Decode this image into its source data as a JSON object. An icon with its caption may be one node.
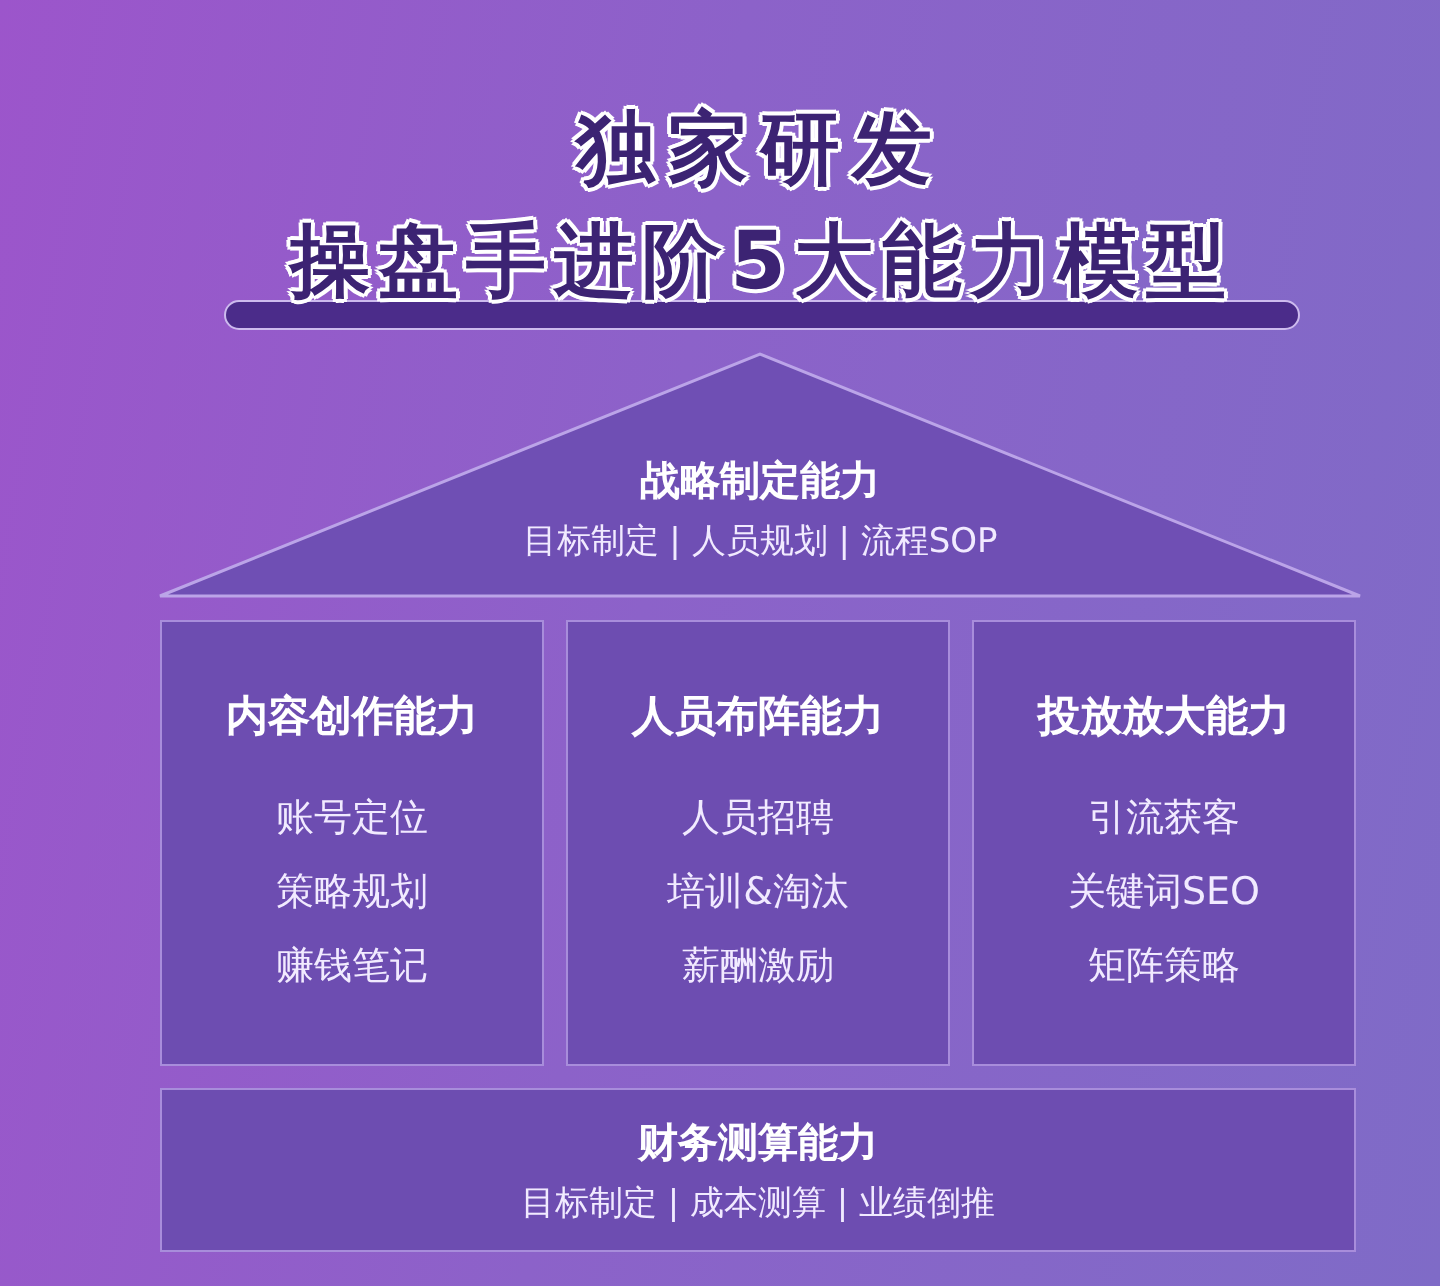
{
  "diagram": {
    "title": "操盘手进阶5大能力模型",
    "nodes": [
      {
        "text": [
          "战略制定能力",
          "目标制定 | 人员规划 | 流程SOP"
        ]
      },
      {
        "text": [
          "内容创作能力",
          "账号定位",
          "策略规划",
          "赚钱笔记"
        ]
      },
      {
        "text": [
          "人员布阵能力",
          "人员招聘",
          "培训&淘汰",
          "薪酬激励"
        ]
      },
      {
        "text": [
          "投放放大能力",
          "引流获客",
          "关键词SEO",
          "矩阵策略"
        ]
      },
      {
        "text": [
          "财务测算能力",
          "目标制定 | 成本测算 | 业绩倒推"
        ]
      }
    ],
    "labels": [
      "独家研发"
    ]
  }
}
